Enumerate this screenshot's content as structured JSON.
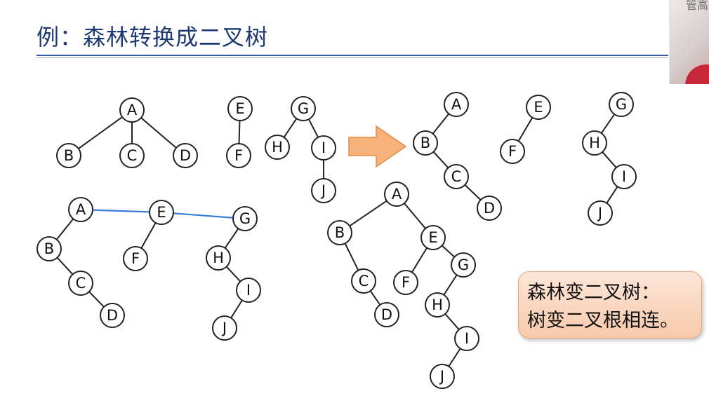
{
  "title": "例：森林转换成二叉树",
  "webcam_corner_text": "管高",
  "colors": {
    "title": "#1f3a73",
    "sibling_link": "#3b7bd8",
    "arrow_fill": "#f6b27a",
    "node_stroke": "#222222"
  },
  "icons": {
    "arrow": "right-arrow-icon"
  },
  "callout": {
    "line1": "森林变二叉树：",
    "line2": "树变二叉根相连。"
  },
  "diagram": {
    "nodes": [
      {
        "id": "f1-A",
        "label": "A"
      },
      {
        "id": "f1-B",
        "label": "B"
      },
      {
        "id": "f1-C",
        "label": "C"
      },
      {
        "id": "f1-D",
        "label": "D"
      },
      {
        "id": "f1-E",
        "label": "E"
      },
      {
        "id": "f1-F",
        "label": "F"
      },
      {
        "id": "f1-G",
        "label": "G"
      },
      {
        "id": "f1-H",
        "label": "H"
      },
      {
        "id": "f1-I",
        "label": "I"
      },
      {
        "id": "f1-J",
        "label": "J"
      },
      {
        "id": "f2-A",
        "label": "A"
      },
      {
        "id": "f2-B",
        "label": "B"
      },
      {
        "id": "f2-C",
        "label": "C"
      },
      {
        "id": "f2-D",
        "label": "D"
      },
      {
        "id": "f2-E",
        "label": "E"
      },
      {
        "id": "f2-F",
        "label": "F"
      },
      {
        "id": "f2-G",
        "label": "G"
      },
      {
        "id": "f2-H",
        "label": "H"
      },
      {
        "id": "f2-I",
        "label": "I"
      },
      {
        "id": "f2-J",
        "label": "J"
      },
      {
        "id": "f3-A",
        "label": "A"
      },
      {
        "id": "f3-B",
        "label": "B"
      },
      {
        "id": "f3-C",
        "label": "C"
      },
      {
        "id": "f3-D",
        "label": "D"
      },
      {
        "id": "f3-E",
        "label": "E"
      },
      {
        "id": "f3-F",
        "label": "F"
      },
      {
        "id": "f3-G",
        "label": "G"
      },
      {
        "id": "f3-H",
        "label": "H"
      },
      {
        "id": "f3-I",
        "label": "I"
      },
      {
        "id": "f3-J",
        "label": "J"
      },
      {
        "id": "f4-A",
        "label": "A"
      },
      {
        "id": "f4-B",
        "label": "B"
      },
      {
        "id": "f4-C",
        "label": "C"
      },
      {
        "id": "f4-D",
        "label": "D"
      },
      {
        "id": "f4-E",
        "label": "E"
      },
      {
        "id": "f4-F",
        "label": "F"
      },
      {
        "id": "f4-G",
        "label": "G"
      },
      {
        "id": "f4-H",
        "label": "H"
      },
      {
        "id": "f4-I",
        "label": "I"
      },
      {
        "id": "f4-J",
        "label": "J"
      }
    ],
    "edges": [
      {
        "from": "f1-A",
        "to": "f1-B"
      },
      {
        "from": "f1-A",
        "to": "f1-C"
      },
      {
        "from": "f1-A",
        "to": "f1-D"
      },
      {
        "from": "f1-E",
        "to": "f1-F"
      },
      {
        "from": "f1-G",
        "to": "f1-H"
      },
      {
        "from": "f1-G",
        "to": "f1-I"
      },
      {
        "from": "f1-I",
        "to": "f1-J"
      },
      {
        "from": "f2-A",
        "to": "f2-B"
      },
      {
        "from": "f2-B",
        "to": "f2-C"
      },
      {
        "from": "f2-C",
        "to": "f2-D"
      },
      {
        "from": "f2-E",
        "to": "f2-F"
      },
      {
        "from": "f2-G",
        "to": "f2-H"
      },
      {
        "from": "f2-H",
        "to": "f2-I"
      },
      {
        "from": "f2-I",
        "to": "f2-J"
      },
      {
        "from": "f3-A",
        "to": "f3-E",
        "kind": "sibling"
      },
      {
        "from": "f3-E",
        "to": "f3-G",
        "kind": "sibling"
      },
      {
        "from": "f3-A",
        "to": "f3-B"
      },
      {
        "from": "f3-B",
        "to": "f3-C"
      },
      {
        "from": "f3-C",
        "to": "f3-D"
      },
      {
        "from": "f3-E",
        "to": "f3-F"
      },
      {
        "from": "f3-G",
        "to": "f3-H"
      },
      {
        "from": "f3-H",
        "to": "f3-I"
      },
      {
        "from": "f3-I",
        "to": "f3-J"
      },
      {
        "from": "f4-A",
        "to": "f4-B"
      },
      {
        "from": "f4-A",
        "to": "f4-E"
      },
      {
        "from": "f4-B",
        "to": "f4-C"
      },
      {
        "from": "f4-C",
        "to": "f4-D"
      },
      {
        "from": "f4-E",
        "to": "f4-F"
      },
      {
        "from": "f4-E",
        "to": "f4-G"
      },
      {
        "from": "f4-G",
        "to": "f4-H"
      },
      {
        "from": "f4-H",
        "to": "f4-I"
      },
      {
        "from": "f4-I",
        "to": "f4-J"
      }
    ]
  }
}
